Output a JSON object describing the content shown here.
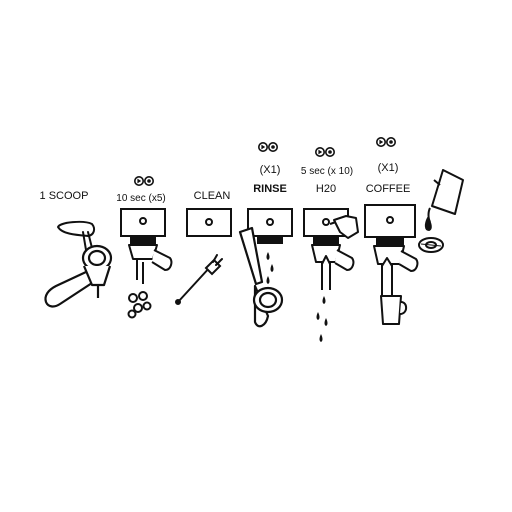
{
  "steps": [
    {
      "id": "scoop",
      "label": "1 SCOOP",
      "detail": "",
      "repeat": ""
    },
    {
      "id": "tamp",
      "label": "",
      "detail": "10 sec (x5)",
      "repeat": ""
    },
    {
      "id": "clean",
      "label": "CLEAN",
      "detail": "",
      "repeat": ""
    },
    {
      "id": "rinse",
      "label": "RINSE",
      "detail": "",
      "repeat": "(X1)"
    },
    {
      "id": "water",
      "label": "H20",
      "detail": "5 sec (x 10)",
      "repeat": ""
    },
    {
      "id": "coffee",
      "label": "COFFEE",
      "detail": "",
      "repeat": "(X1)"
    }
  ],
  "icons": {
    "play_pair": "play-pause-button-icon",
    "group_head": "group-head-icon",
    "portafilter": "portafilter-icon",
    "scoop": "coffee-scoop-icon",
    "brush": "cleaning-brush-icon",
    "drops": "water-drops-icon",
    "cup": "coffee-cup-icon",
    "pour": "pouring-jug-icon",
    "disc": "filter-disc-icon"
  },
  "colors": {
    "ink": "#111111",
    "background": "#ffffff"
  }
}
